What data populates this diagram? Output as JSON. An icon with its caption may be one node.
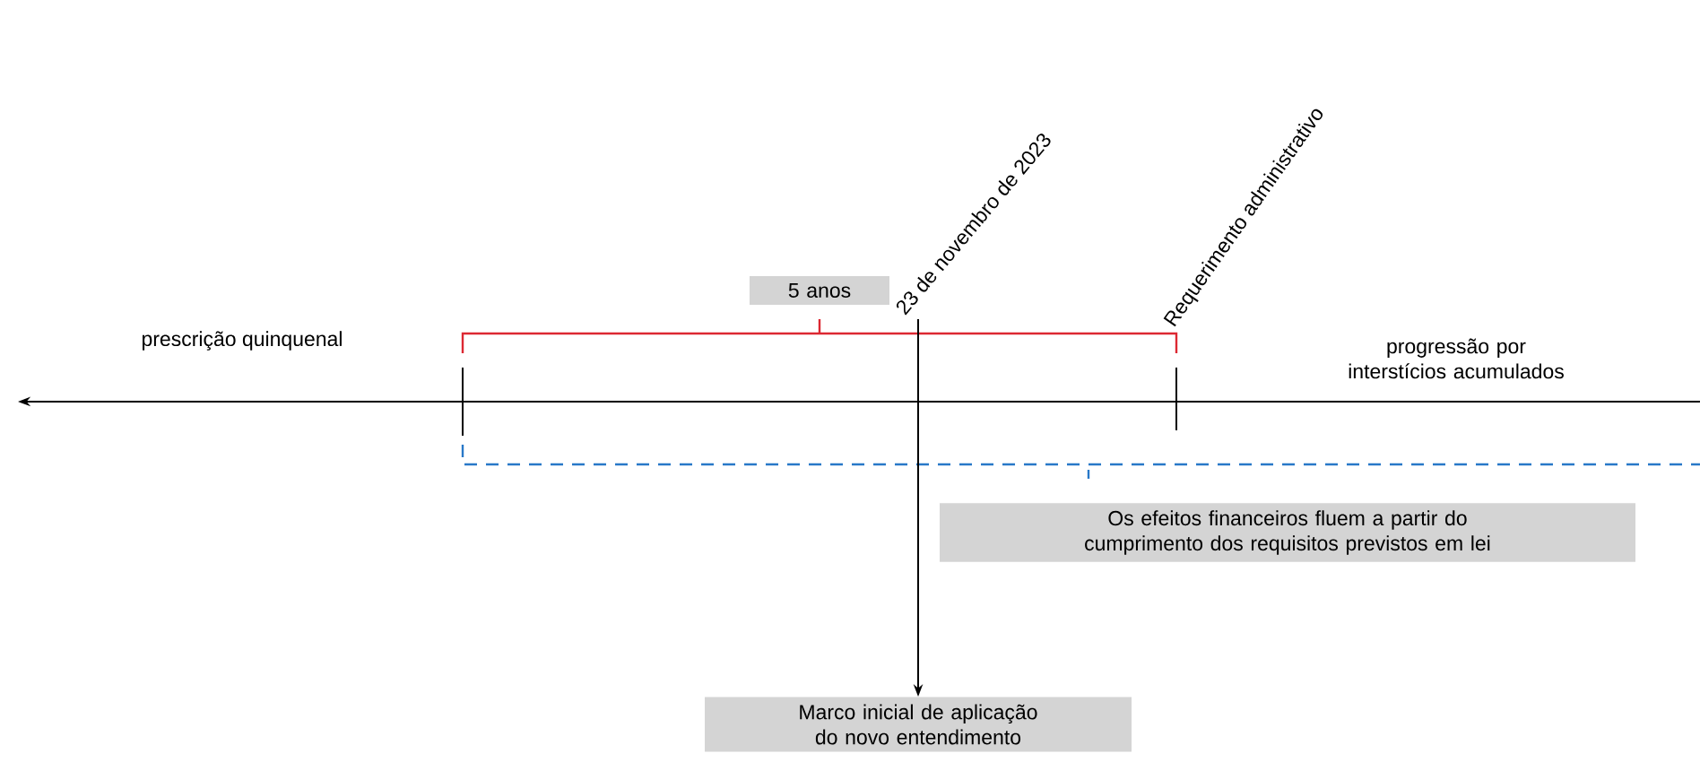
{
  "diagram": {
    "nodes": [
      {
        "text": [
          "5 anos"
        ]
      },
      {
        "text": [
          "Os efeitos financeiros fluem a partir do cumprimento dos requisitos previstos em lei"
        ]
      },
      {
        "text": [
          "Marco inicial de aplicação do novo entendimento"
        ]
      },
      {
        "text": [
          "23 de novembro de 2023"
        ]
      }
    ],
    "edges": [
      {
        "from": 3,
        "to": 2,
        "arrow": "to"
      }
    ],
    "labels": [
      "prescrição quinquenal",
      "Requerimento administrativo",
      "progressão por interstícios acumulados"
    ]
  }
}
